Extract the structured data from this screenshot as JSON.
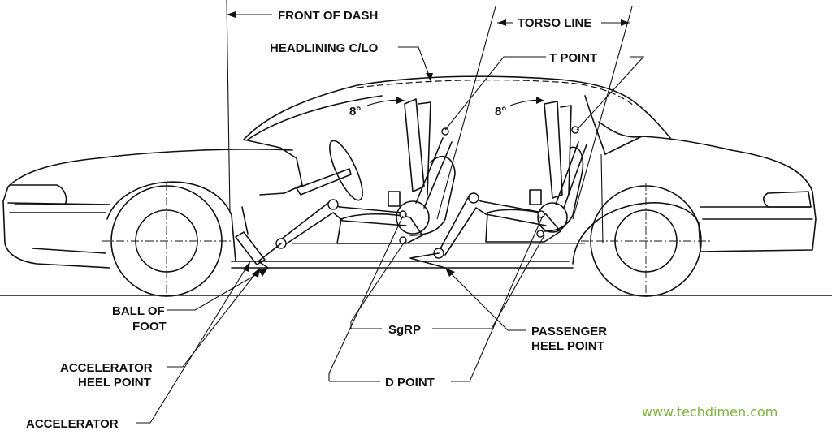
{
  "labels": {
    "front_of_dash": "FRONT OF DASH",
    "torso_line": "TORSO LINE",
    "headlining": "HEADLINING C/LO",
    "t_point": "T POINT",
    "angle_front": "8°",
    "angle_rear": "8°",
    "ball_of_foot_1": "BALL OF",
    "ball_of_foot_2": "FOOT",
    "accel_heel_1": "ACCELERATOR",
    "accel_heel_2": "HEEL POINT",
    "accelerator": "ACCELERATOR",
    "sgrp": "SgRP",
    "passenger_heel_1": "PASSENGER",
    "passenger_heel_2": "HEEL POINT",
    "d_point": "D POINT"
  },
  "watermark": "www.techdimen.com",
  "colors": {
    "ink": "#111111",
    "watermark": "#7db23a",
    "background": "#ffffff"
  }
}
